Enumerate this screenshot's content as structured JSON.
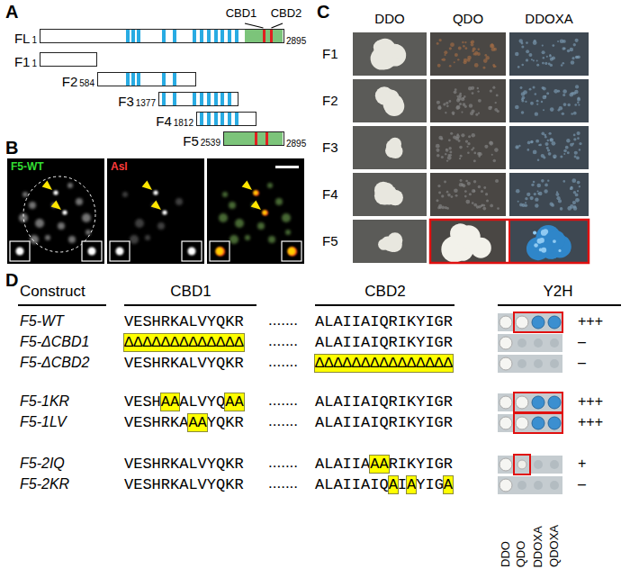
{
  "diagram": {
    "nodes": [
      {
        "text": [
          "FL",
          "1",
          "2895"
        ]
      },
      {
        "text": [
          "F1",
          "1"
        ]
      },
      {
        "text": [
          "F2",
          "584"
        ]
      },
      {
        "text": [
          "F3",
          "1377"
        ]
      },
      {
        "text": [
          "F4",
          "1812"
        ]
      },
      {
        "text": [
          "F5",
          "2539",
          "2895"
        ]
      }
    ],
    "labels": [
      "A",
      "CBD1",
      "CBD2",
      "B",
      "F5-WT",
      "Asl",
      "C",
      "DDO",
      "QDO",
      "DDOXA",
      "F1",
      "F2",
      "F3",
      "F4",
      "F5",
      "D",
      "Construct",
      "CBD1",
      "CBD2",
      "Y2H",
      "F5-WT",
      "VESHRKALVYQKR",
      ".......",
      "ALAIIAIQRIKYIGR",
      "+++",
      "F5-ΔCBD1",
      "ΔΔΔΔΔΔΔΔΔΔΔΔΔ",
      ".......",
      "ALAIIAIQRIKYIGR",
      "–",
      "F5-ΔCBD2",
      "VESHRKALVYQKR",
      ".......",
      "ΔΔΔΔΔΔΔΔΔΔΔΔΔΔΔ",
      "–",
      "F5-1KR",
      "VESHAAALVYQAA",
      ".......",
      "ALAIIAIQRIKYIGR",
      "+++",
      "F5-1LV",
      "VESHRKAAAYQKR",
      ".......",
      "ALAIIAIQRIKYIGR",
      "+++",
      "F5-2IQ",
      "VESHRKALVYQKR",
      ".......",
      "ALAIIAAARIKYIGR",
      "+",
      "F5-2KR",
      "VESHRKALVYQKR",
      ".......",
      "ALAIIAIQAIAYIGA",
      "–",
      "DDO",
      "QDO",
      "DDOXA",
      "QDOXA"
    ]
  }
}
